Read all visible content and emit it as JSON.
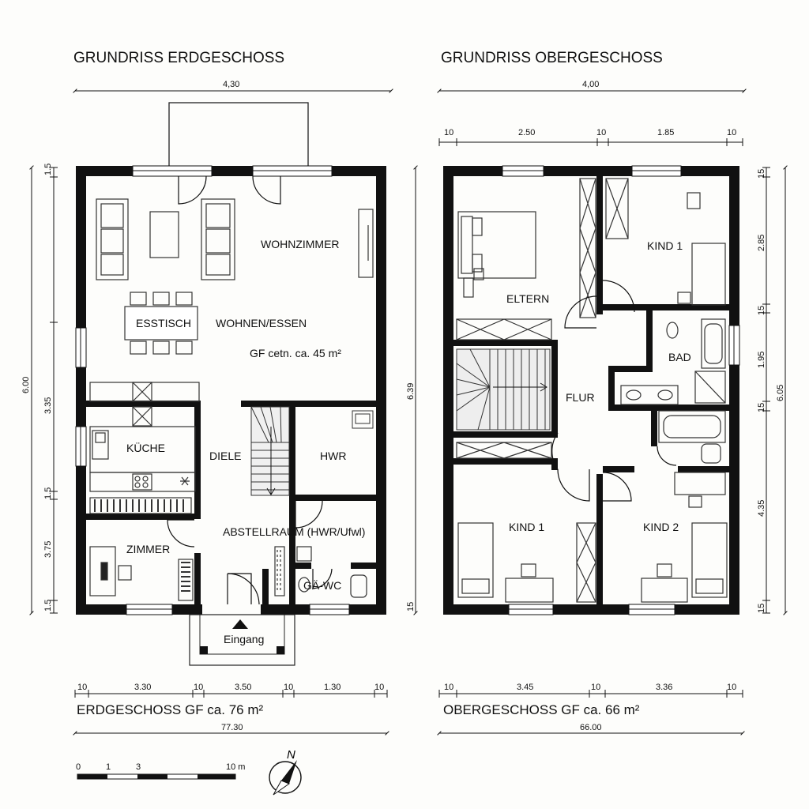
{
  "ground_floor": {
    "title": "GRUNDRISS ERDGESCHOSS",
    "rooms": {
      "wohnzimmer": "WOHNZIMMER",
      "esstisch": "ESSTISCH",
      "wohnen_essen": "WOHNEN/ESSEN",
      "gf_note": "GF cetn. ca. 45 m²",
      "kueche": "KÜCHE",
      "diele": "DIELE",
      "hwr": "HWR",
      "abstellraum": "ABSTELLRAUM (HWR/Ufwl)",
      "zimmer": "ZIMMER",
      "gaeste_wc": "GÄ-WC",
      "eingang": "Eingang"
    },
    "dims": {
      "top_total": "4,30",
      "left_total": "6.00",
      "left_a": "1.5",
      "left_b": "3.35",
      "left_c": "1.5",
      "left_d": "3.75",
      "left_e": "1.5",
      "bottom": [
        "10",
        "3.30",
        "10",
        "3.50",
        "10",
        "1.30",
        "10"
      ],
      "total_bottom": "77.30"
    },
    "area_label": "ERDGESCHOSS GF ca. 76 m²"
  },
  "upper_floor": {
    "title": "GRUNDRISS OBERGESCHOSS",
    "rooms": {
      "eltern": "ELTERN",
      "kind1_top": "KIND 1",
      "bad": "BAD",
      "flur": "FLUR",
      "kind1_bottom": "KIND 1",
      "kind2": "KIND 2"
    },
    "dims": {
      "top_total": "4,00",
      "top": [
        "10",
        "2.50",
        "10",
        "1.85",
        "10"
      ],
      "left_total": "6.39",
      "right_total": "6.05",
      "right_a": "15",
      "right_b": "2.85",
      "right_c": "15",
      "right_d": "1.95",
      "right_e": "15",
      "right_f": "4.35",
      "right_g": "15",
      "left_a": "15",
      "bottom": [
        "10",
        "3.45",
        "10",
        "3.36",
        "10"
      ],
      "total_bottom": "66.00"
    },
    "area_label": "OBERGESCHOSS GF ca. 66 m²"
  },
  "scale_bar": {
    "ticks": [
      "0",
      "1",
      "3",
      "10 m"
    ]
  },
  "north": "N"
}
